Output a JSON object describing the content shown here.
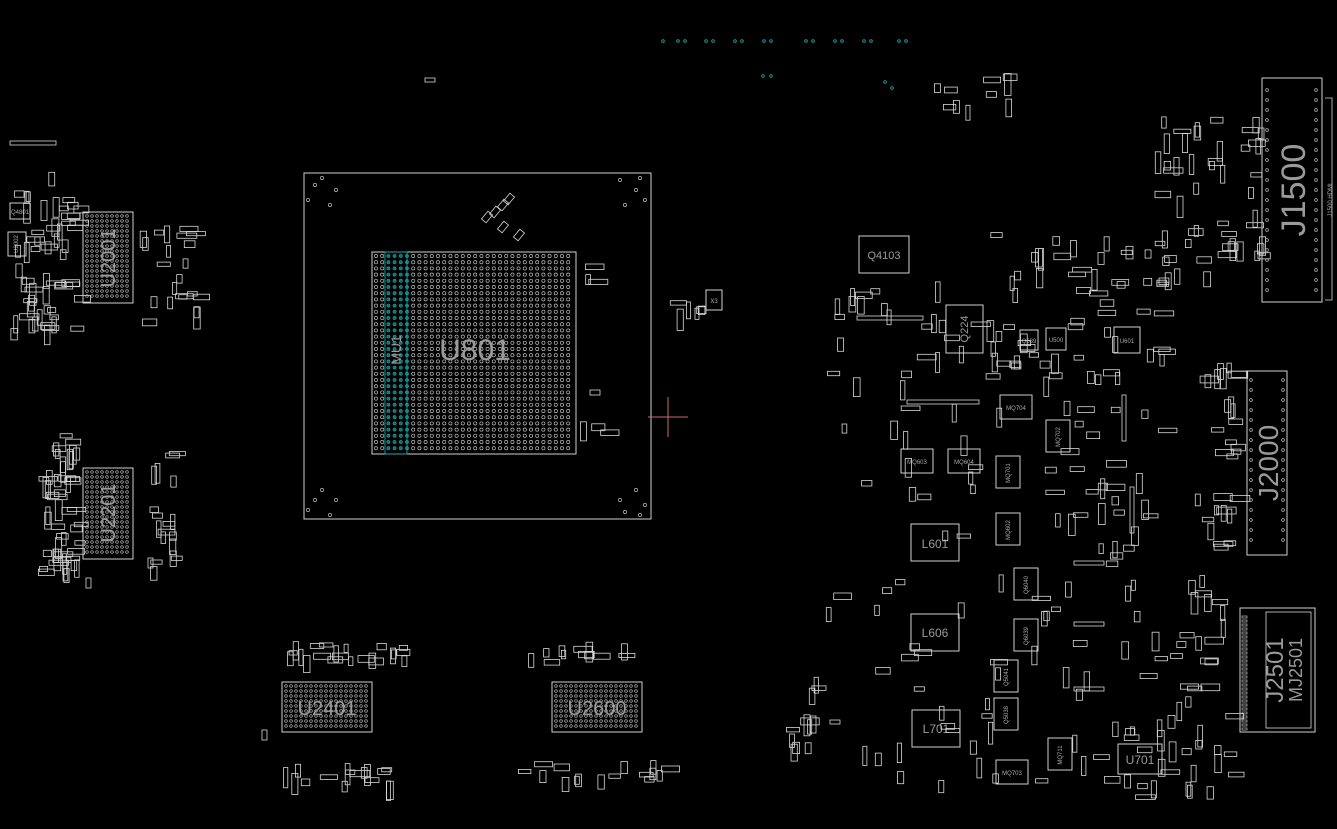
{
  "board": {
    "background": "#000000",
    "outline_color": "#cfcfcf",
    "highlight_color": "#19a3a3",
    "cursor_color": "#c86a7a"
  },
  "labels": {
    "u2001": "U2001",
    "u2201": "U2201",
    "u2401": "U2401",
    "u2600": "U2600",
    "u801": "U801",
    "mu_teal": "MU1",
    "q4103": "Q4103",
    "q224": "Q224",
    "l601": "L601",
    "l606": "L606",
    "l701": "L701",
    "u701": "U701",
    "j1500": "J1500",
    "j2000": "J2000",
    "j2501": "J2501",
    "mj2501": "MJ2501",
    "x3": "X3",
    "q4801": "Q4801",
    "u601": "U601",
    "mq704": "MQ704",
    "mq702": "MQ702",
    "mq603": "MQ603",
    "mq604": "MQ604",
    "mq701": "MQ701",
    "mq602": "MQ602",
    "q6040": "Q6040",
    "q6039": "Q6039",
    "q5041": "Q5041",
    "q5038": "Q5038",
    "mq703": "MQ703",
    "mq711": "MQ711",
    "q639": "Q639",
    "u500": "U500",
    "u2002": "U2002",
    "j1500_side": "J1500 HDMI"
  }
}
